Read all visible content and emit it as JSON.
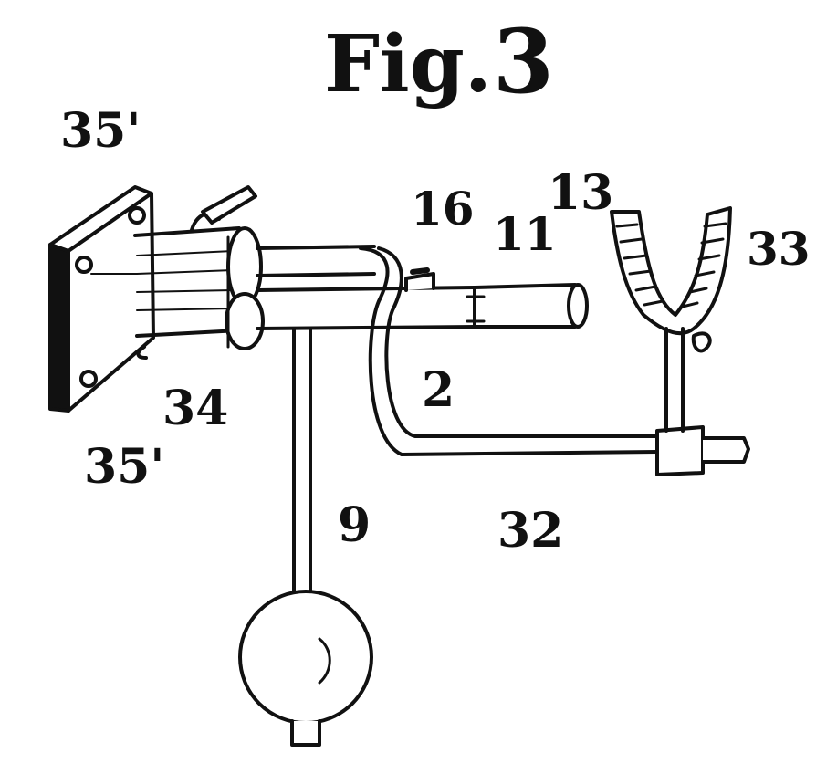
{
  "figure": {
    "title_prefix": "Fig.",
    "title_number": "3"
  },
  "reference_labels": {
    "bracket_screw_hole_upper": "35'",
    "bracket_screw_hole_lower": "35'",
    "bracket_plate": "34",
    "set_screw": "16",
    "slot": "11",
    "tube_end": "13",
    "fork_rest": "33",
    "rod": "2",
    "pendulum_rod": "9",
    "side_arm": "32"
  },
  "colors": {
    "ink": "#111111",
    "paper": "#ffffff"
  }
}
